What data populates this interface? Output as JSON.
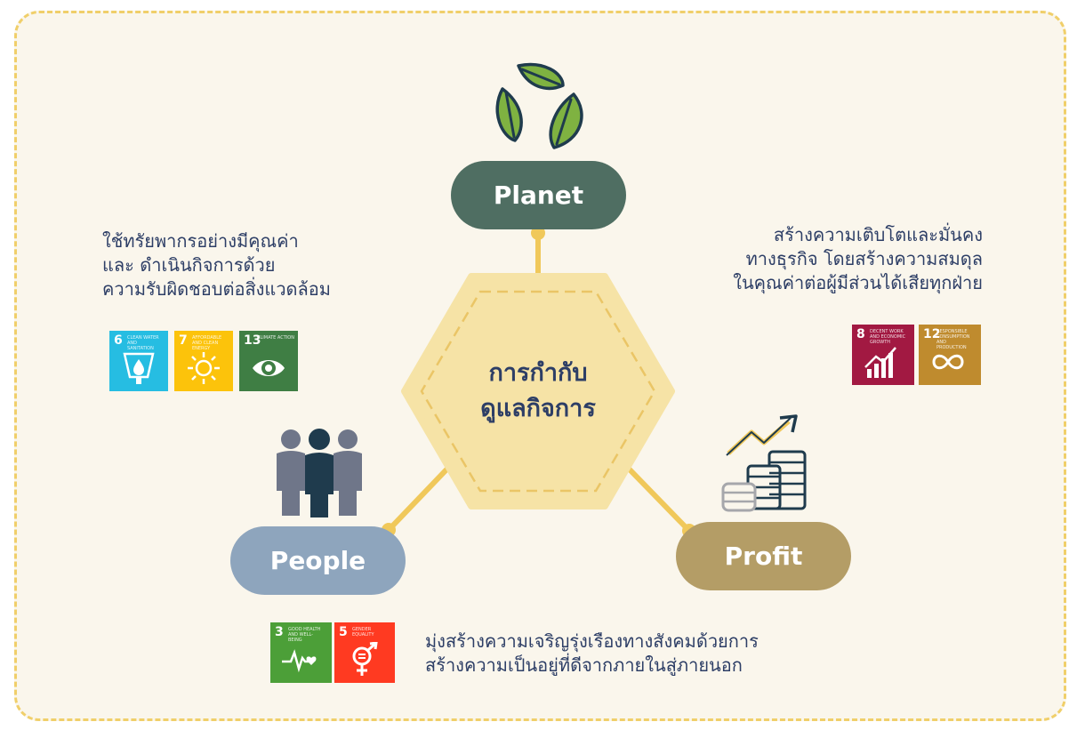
{
  "center": {
    "line1": "การกำกับ",
    "line2": "ดูแลกิจการ"
  },
  "nodes": {
    "planet": {
      "label": "Planet",
      "color": "#4f6e62"
    },
    "people": {
      "label": "People",
      "color": "#8ea5bd"
    },
    "profit": {
      "label": "Profit",
      "color": "#b49d66"
    }
  },
  "descriptions": {
    "planet": [
      "ใช้ทรัยพากรอย่างมีคุณค่า",
      "และ ดำเนินกิจการด้วย",
      "ความรับผิดชอบต่อสิ่งแวดล้อม"
    ],
    "profit": [
      "สร้างความเติบโตและมั่นคง",
      "ทางธุรกิจ โดยสร้างความสมดุล",
      "ในคุณค่าต่อผู้มีส่วนได้เสียทุกฝ่าย"
    ],
    "people": [
      "มุ่งสร้างความเจริญรุ่งเรืองทางสังคมด้วยการ",
      "สร้างความเป็นอยู่ที่ดีจากภายในสู่ภายนอก"
    ]
  },
  "sdg_icons": {
    "planet": [
      {
        "number": "6",
        "title": "CLEAN WATER AND SANITATION",
        "color": "#26bde2",
        "icon": "water-drop-icon"
      },
      {
        "number": "7",
        "title": "AFFORDABLE AND CLEAN ENERGY",
        "color": "#fcc30b",
        "icon": "sun-icon"
      },
      {
        "number": "13",
        "title": "CLIMATE ACTION",
        "color": "#3f7e44",
        "icon": "eye-globe-icon"
      }
    ],
    "profit": [
      {
        "number": "8",
        "title": "DECENT WORK AND ECONOMIC GROWTH",
        "color": "#a21942",
        "icon": "growth-chart-icon"
      },
      {
        "number": "12",
        "title": "RESPONSIBLE CONSUMPTION AND PRODUCTION",
        "color": "#bf8b2e",
        "icon": "infinity-icon"
      }
    ],
    "people": [
      {
        "number": "3",
        "title": "GOOD HEALTH AND WELL-BEING",
        "color": "#4c9f38",
        "icon": "heartbeat-icon"
      },
      {
        "number": "5",
        "title": "GENDER EQUALITY",
        "color": "#ff3a21",
        "icon": "gender-equality-icon"
      }
    ]
  },
  "colors": {
    "connector": "#f0c85a",
    "hexagon_fill": "#f6e3a6",
    "text": "#2d3e66"
  }
}
